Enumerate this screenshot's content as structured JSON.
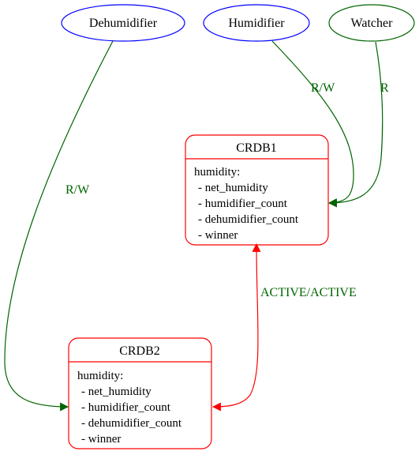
{
  "colors": {
    "client": "#0000ff",
    "watcher": "#006400",
    "db": "#ff0000",
    "edge_rw": "#006400",
    "edge_sync": "#ff0000",
    "text": "#000000"
  },
  "nodes": {
    "dehumidifier": {
      "label": "Dehumidifier"
    },
    "humidifier": {
      "label": "Humidifier"
    },
    "watcher": {
      "label": "Watcher"
    },
    "crdb1": {
      "label": "CRDB1",
      "header": "humidity:",
      "fields": [
        "- net_humidity",
        "- humidifier_count",
        "- dehumidifier_count",
        "- winner"
      ]
    },
    "crdb2": {
      "label": "CRDB2",
      "header": "humidity:",
      "fields": [
        "- net_humidity",
        "- humidifier_count",
        "- dehumidifier_count",
        "- winner"
      ]
    }
  },
  "edges": {
    "dehumidifier_crdb2": {
      "label": "R/W"
    },
    "humidifier_crdb1": {
      "label": "R/W"
    },
    "watcher_crdb1": {
      "label": "R"
    },
    "crdb1_crdb2": {
      "label": "ACTIVE/ACTIVE"
    }
  }
}
